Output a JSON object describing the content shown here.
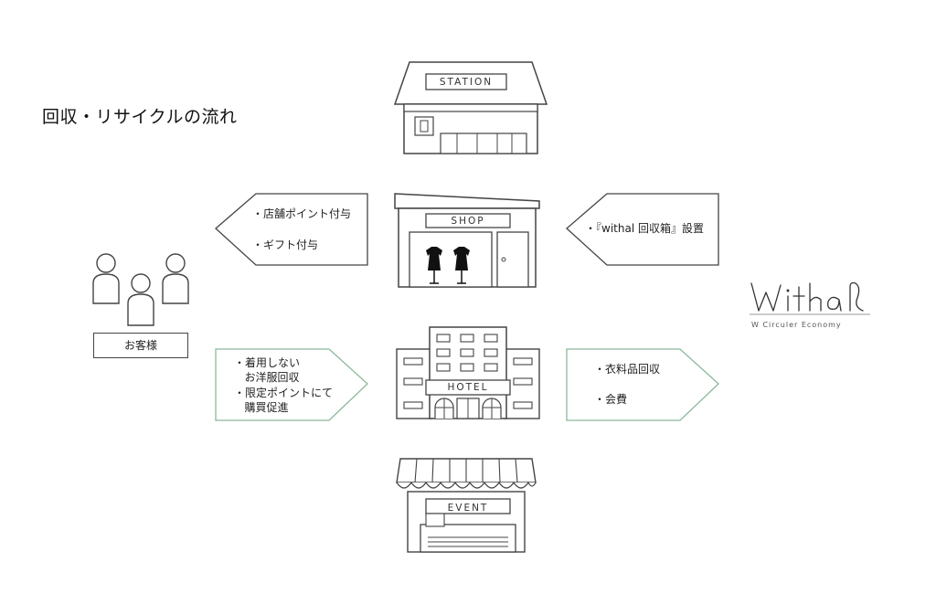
{
  "title": "回収・リサイクルの流れ",
  "buildings": {
    "station": "STATION",
    "shop": "SHOP",
    "hotel": "HOTEL",
    "event": "EVENT"
  },
  "customer_label": "お客様",
  "arrows": {
    "left_top": [
      "・店舗ポイント付与",
      "・ギフト付与"
    ],
    "right_top": [
      "・『withal 回収箱』設置"
    ],
    "left_bottom": [
      "・着用しない\n   お洋服回収",
      "・限定ポイントにて\n   購買促進"
    ],
    "right_bottom": [
      "・衣料品回収",
      "・会費"
    ]
  },
  "logo": {
    "name": "Withal",
    "tagline": "W Circuler Economy"
  },
  "colors": {
    "green_border": "#8bb89a",
    "gray_border": "#444444"
  }
}
